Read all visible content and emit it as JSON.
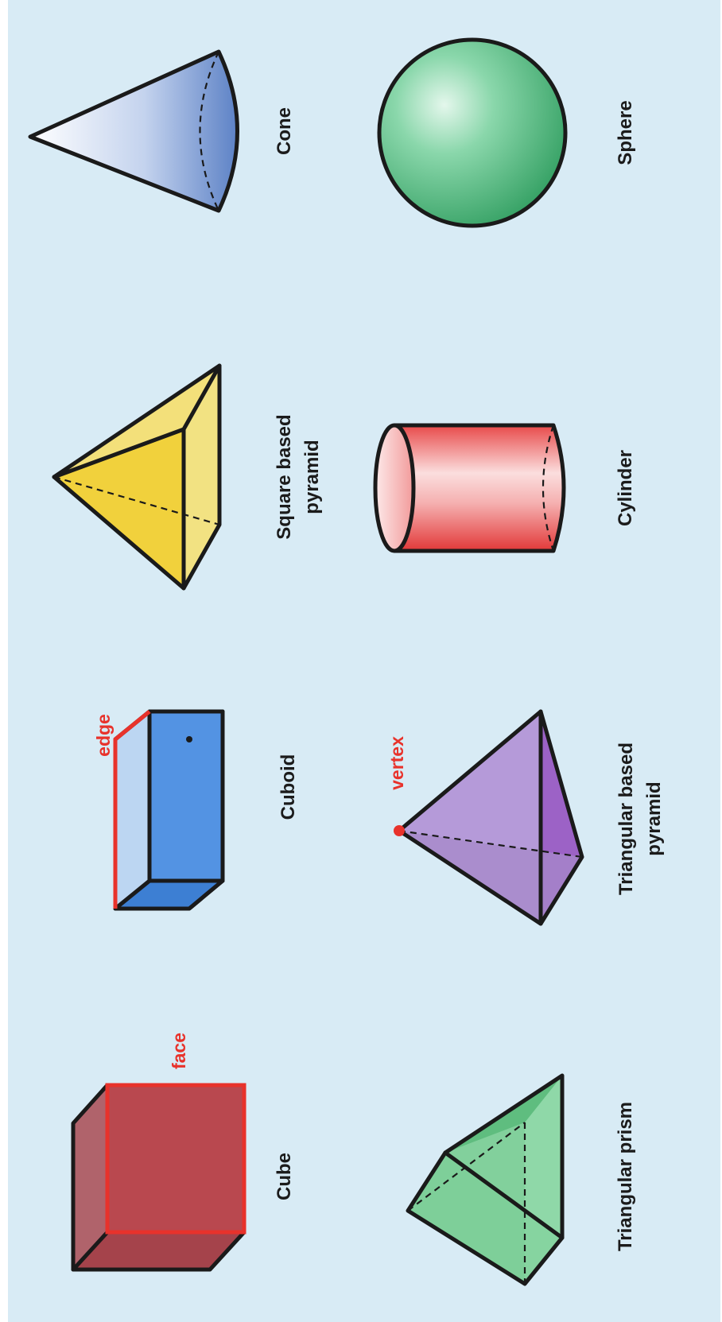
{
  "diagram": {
    "shapes": [
      {
        "name": "Cube",
        "callout": "face",
        "color": "#b5484f",
        "highlight": "#e8322b"
      },
      {
        "name": "Cuboid",
        "callout": "edge",
        "color": "#4f8fe0",
        "highlight": "#e8322b"
      },
      {
        "name": "Square based pyramid",
        "lines": [
          "Square based",
          "pyramid"
        ],
        "color": "#f0d24a"
      },
      {
        "name": "Cone",
        "color": "#6d8fce"
      },
      {
        "name": "Triangular prism",
        "color": "#6cc88e"
      },
      {
        "name": "Triangular based pyramid",
        "lines": [
          "Triangular based",
          "pyramid"
        ],
        "callout": "vertex",
        "color": "#a27ac9",
        "highlight": "#e8322b"
      },
      {
        "name": "Cylinder",
        "color": "#e85656"
      },
      {
        "name": "Sphere",
        "color": "#3fae6e"
      }
    ]
  }
}
